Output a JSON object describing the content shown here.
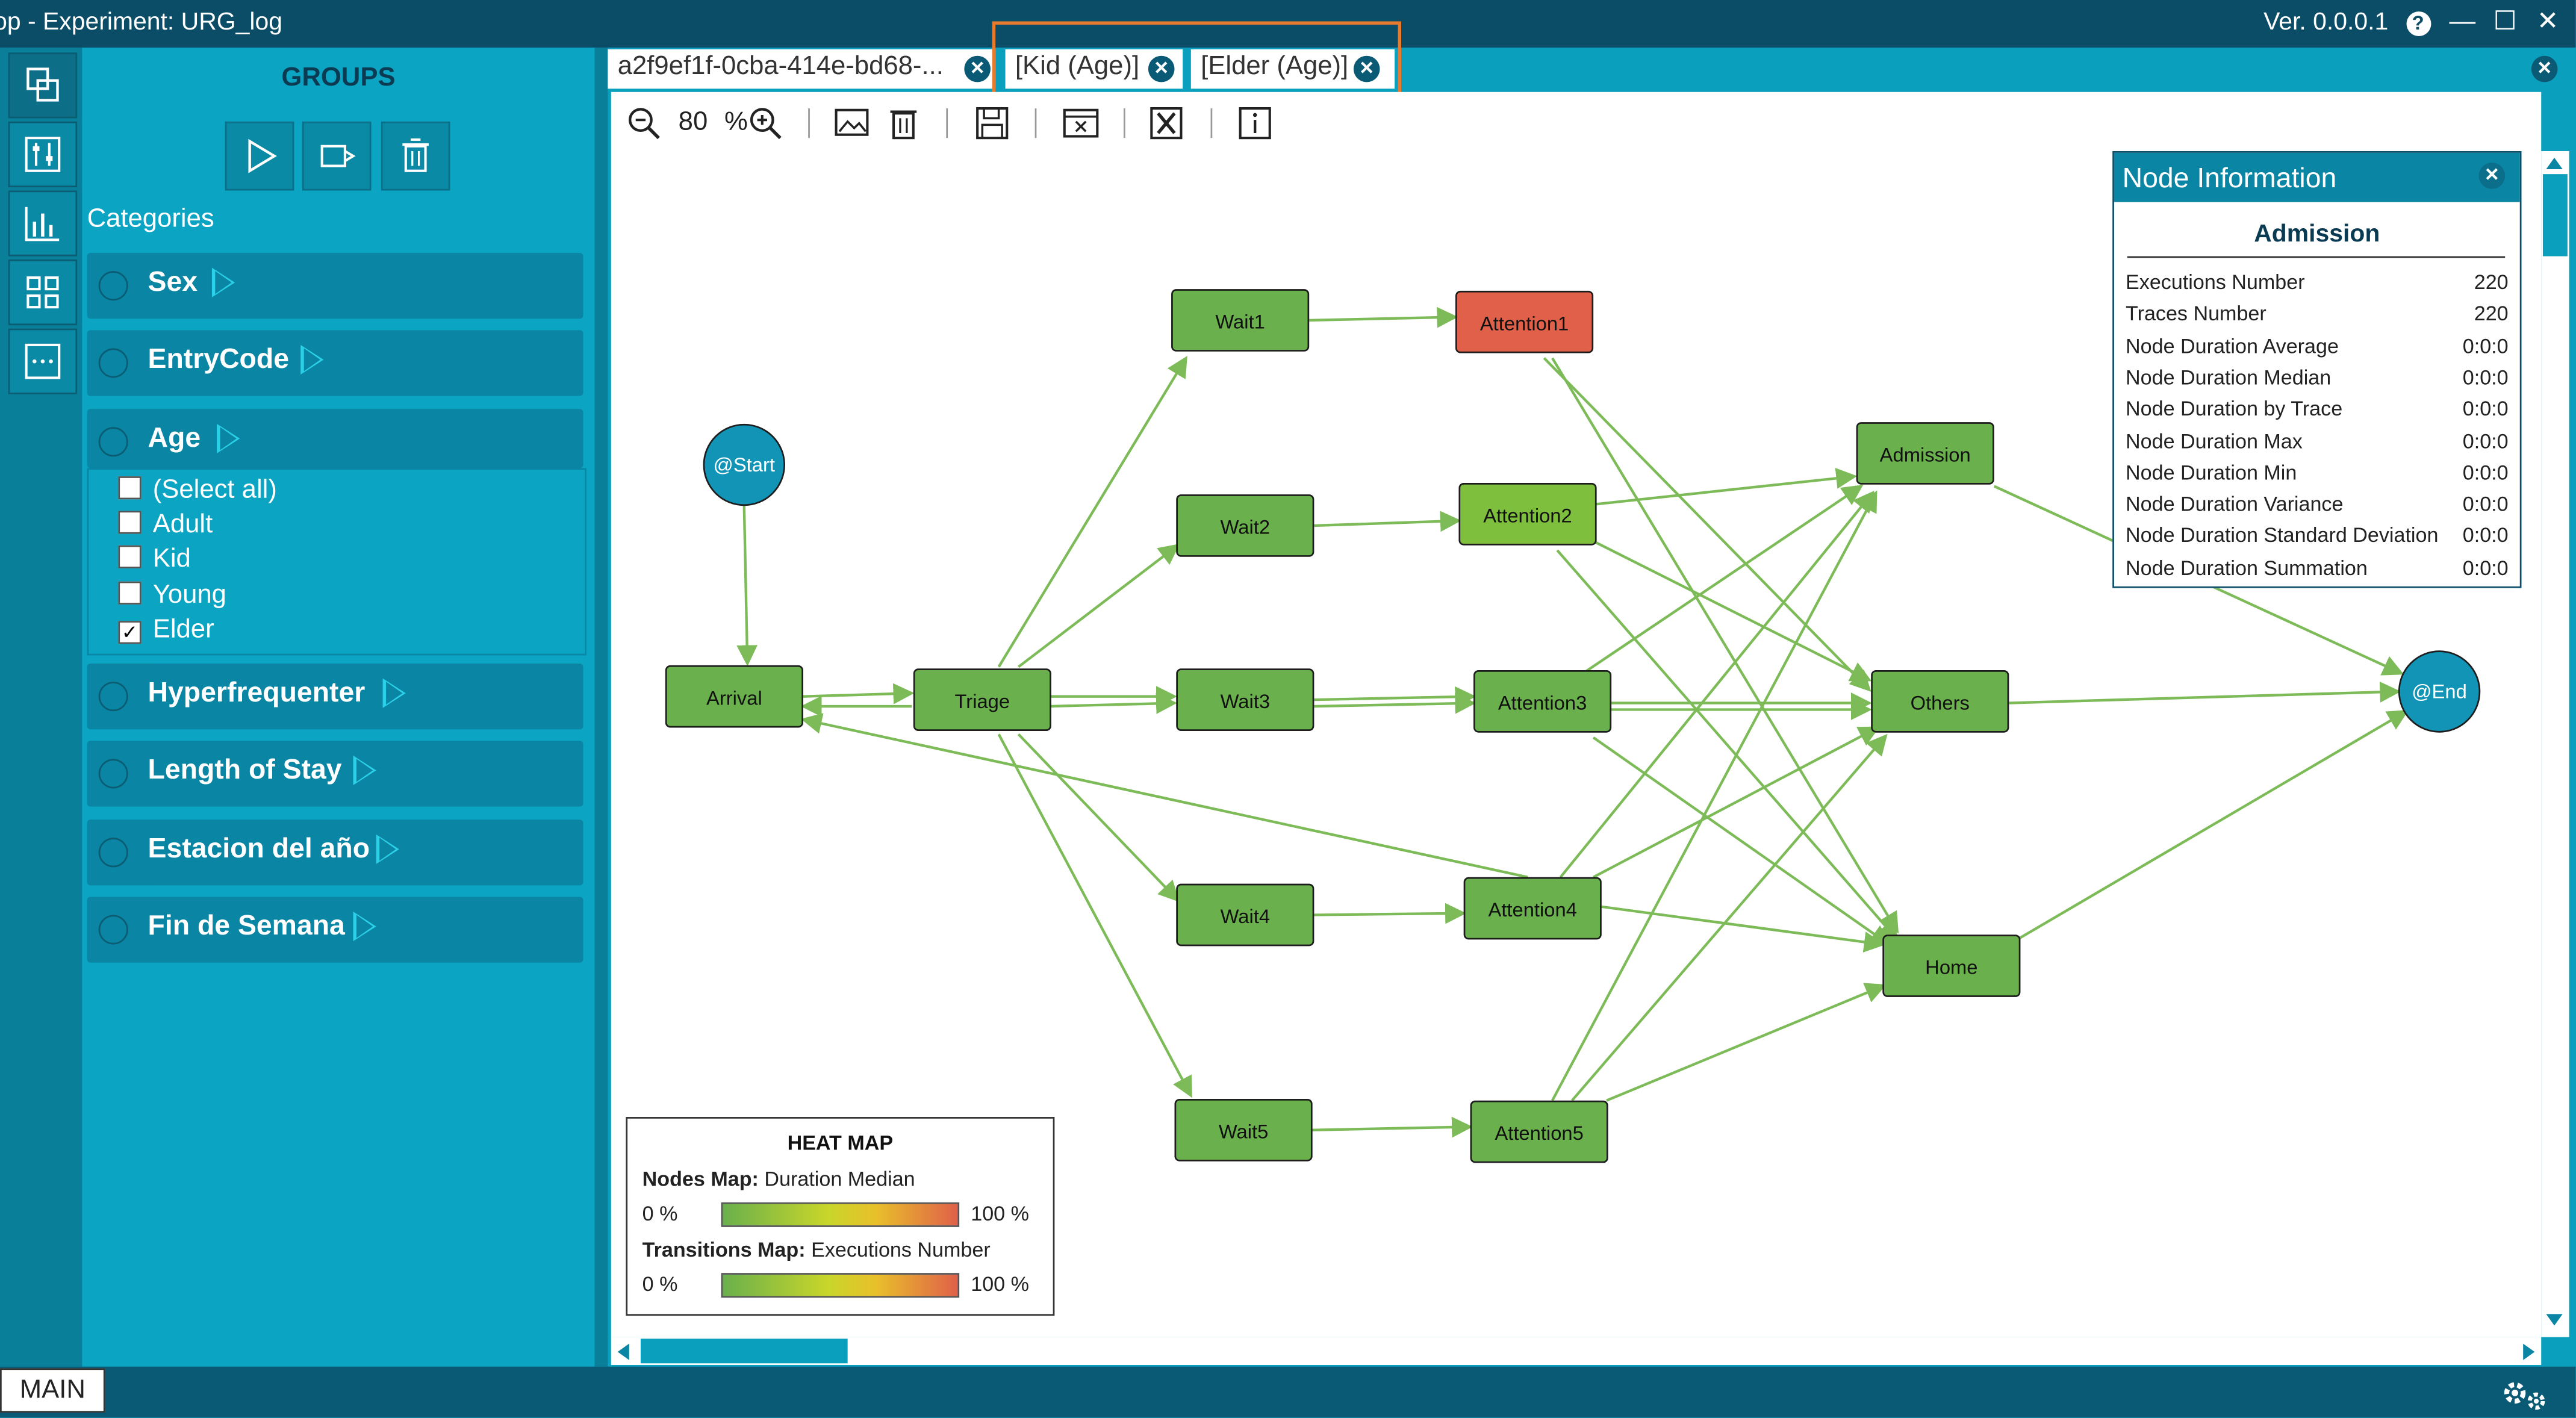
{
  "window": {
    "title": "op  -  Experiment: URG_log",
    "version": "Ver. 0.0.0.1",
    "help": "?",
    "minimize": "—",
    "maximize": "☐",
    "close": "✕"
  },
  "groups": {
    "title": "GROUPS",
    "categories_label": "Categories",
    "categories": [
      "Sex",
      "EntryCode",
      "Age",
      "Hyperfrequenter",
      "Length of Stay",
      "Estacion del año",
      "Fin de Semana"
    ],
    "age_options": [
      {
        "label": "(Select all)",
        "checked": false
      },
      {
        "label": "Adult",
        "checked": false
      },
      {
        "label": "Kid",
        "checked": false
      },
      {
        "label": "Young",
        "checked": false
      },
      {
        "label": "Elder",
        "checked": true
      }
    ]
  },
  "tabs": [
    {
      "label": "a2f9ef1f-0cba-414e-bd68-..."
    },
    {
      "label": "[Kid (Age)]"
    },
    {
      "label": "[Elder (Age)]"
    }
  ],
  "toolbar": {
    "zoom_value": "80",
    "zoom_unit": "%"
  },
  "graph": {
    "nodes": {
      "start": "@Start",
      "end": "@End",
      "arrival": "Arrival",
      "triage": "Triage",
      "wait1": "Wait1",
      "wait2": "Wait2",
      "wait3": "Wait3",
      "wait4": "Wait4",
      "wait5": "Wait5",
      "attention1": "Attention1",
      "attention2": "Attention2",
      "attention3": "Attention3",
      "attention4": "Attention4",
      "attention5": "Attention5",
      "admission": "Admission",
      "others": "Others",
      "home": "Home"
    },
    "colors": {
      "node": "#6ab04c",
      "hot_node": "#e0604a",
      "edge": "#7dbb58",
      "circle": "#1194b5"
    }
  },
  "node_info": {
    "title": "Node Information",
    "node": "Admission",
    "rows": [
      {
        "label": "Executions Number",
        "value": "220"
      },
      {
        "label": "Traces Number",
        "value": "220"
      },
      {
        "label": "Node Duration Average",
        "value": "0:0:0"
      },
      {
        "label": "Node Duration Median",
        "value": "0:0:0"
      },
      {
        "label": "Node Duration by Trace",
        "value": "0:0:0"
      },
      {
        "label": "Node Duration Max",
        "value": "0:0:0"
      },
      {
        "label": "Node Duration Min",
        "value": "0:0:0"
      },
      {
        "label": "Node Duration Variance",
        "value": "0:0:0"
      },
      {
        "label": "Node Duration Standard Deviation",
        "value": "0:0:0"
      },
      {
        "label": "Node Duration Summation",
        "value": "0:0:0"
      }
    ]
  },
  "heatmap": {
    "title": "HEAT MAP",
    "nodes_label": "Nodes Map:",
    "nodes_metric": "Duration Median",
    "transitions_label": "Transitions Map:",
    "transitions_metric": "Executions Number",
    "min": "0 %",
    "max": "100 %"
  },
  "status": {
    "main": "MAIN"
  }
}
